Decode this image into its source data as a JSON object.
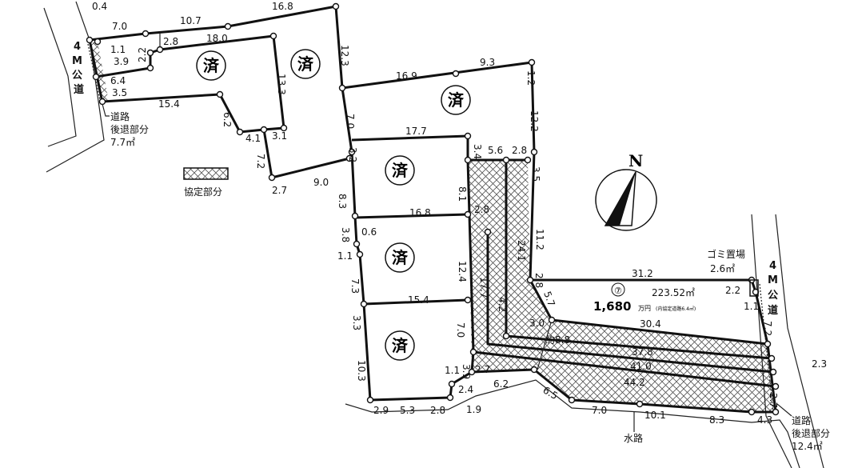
{
  "dimensions": [
    "0.4",
    "7.0",
    "10.7",
    "16.8",
    "1.1",
    "2.8",
    "18.0",
    "3.9",
    "2.2",
    "6.4",
    "3.5",
    "15.4",
    "13.3",
    "6.2",
    "4.1",
    "3.1",
    "7.2",
    "2.7",
    "9.0",
    "12.3",
    "7.0",
    "3.2",
    "8.3",
    "3.8",
    "0.6",
    "1.1",
    "7.3",
    "3.3",
    "10.3",
    "2.9",
    "5.3",
    "2.8",
    "1.9",
    "1.1",
    "3.9",
    "2.7",
    "2.4",
    "6.2",
    "6.5",
    "7.0",
    "10.1",
    "8.3",
    "4.3",
    "16.9",
    "9.3",
    "1.2",
    "12.2",
    "17.7",
    "3.4",
    "5.6",
    "2.8",
    "3.5",
    "8.1",
    "16.8",
    "2.8",
    "24.1",
    "11.2",
    "12.4",
    "17.7",
    "2.8",
    "4.2",
    "5.7",
    "15.4",
    "7.0",
    "3.0",
    "30.4",
    "約8.8",
    "37.8",
    "41.0",
    "44.2",
    "2.3",
    "2.7",
    "31.2",
    "2.2",
    "1.1",
    "7.2"
  ],
  "sold_mark": "済",
  "road_left": {
    "width": "4",
    "unit": "M",
    "name1": "公",
    "name2": "道"
  },
  "road_right": {
    "width": "4",
    "unit": "M",
    "name1": "公",
    "name2": "道"
  },
  "setback_left": {
    "line1": "道路",
    "line2": "後退部分",
    "area": "7.7㎡"
  },
  "setback_right": {
    "line1": "道路",
    "line2": "後退部分",
    "area": "12.4㎡"
  },
  "legend": {
    "label": "協定部分"
  },
  "garbage": {
    "label": "ゴミ置場",
    "area": "2.6㎡"
  },
  "waterway": "水路",
  "compass": "N",
  "lot7": {
    "number": "⑦",
    "area": "223.52㎡",
    "price": "1,680",
    "price_unit": "万円",
    "note": "(内協定道路6.4㎡)"
  }
}
